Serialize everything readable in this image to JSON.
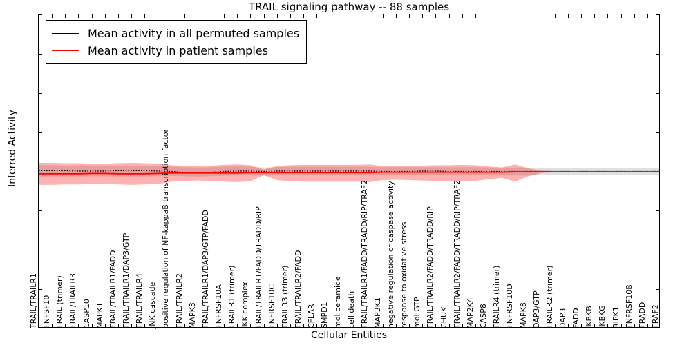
{
  "chart_data": {
    "type": "line",
    "title": "TRAIL signaling pathway -- 88 samples",
    "xlabel": "Cellular Entities",
    "ylabel": "Inferred Activity",
    "ylim": [
      -4,
      4
    ],
    "yticks": [
      "4",
      "3",
      "2",
      "1",
      "0",
      "-1",
      "-2",
      "-3",
      "-4"
    ],
    "grid": false,
    "legend_position": "upper left",
    "legend": [
      {
        "label": "Mean activity in all permuted samples",
        "color": "#000000"
      },
      {
        "label": "Mean activity in patient samples",
        "color": "#ff0000"
      }
    ],
    "categories": [
      "TRAIL/TRAILR1",
      "TNFSF10",
      "TRAIL (trimer)",
      "TRAIL/TRAILR3",
      "CASP10",
      "MAPK1",
      "TRAIL/TRAILR1/FADD",
      "TRAIL/TRAILR1/DAP3/GTP",
      "TRAIL/TRAILR4",
      "JNK cascade",
      "positive regulation of NF-kappaB transcription factor",
      "TRAIL/TRAILR2",
      "MAPK3",
      "TRAIL/TRAILR1/DAP3/GTP/FADD",
      "TNFRSF10A",
      "TRAILR1 (trimer)",
      "IKK complex",
      "TRAIL/TRAILR1/FADD/TRADD/RIP",
      "TNFRSF10C",
      "TRAILR3 (trimer)",
      "TRAIL/TRAILR2/FADD",
      "CFLAR",
      "SMPD1",
      "mol:ceramide",
      "cell death",
      "TRAIL/TRAILR1/FADD/TRADD/RIP/TRAF2",
      "MAP3K1",
      "negative regulation of caspase activity",
      "response to oxidative stress",
      "mol:GTP",
      "TRAIL/TRAILR2/FADD/TRADD/RIP",
      "CHUK",
      "TRAIL/TRAILR2/FADD/TRADD/RIP/TRAF2",
      "MAP2K4",
      "CASP8",
      "TRAILR4 (trimer)",
      "TNFRSF10D",
      "MAPK8",
      "DAP3/GTP",
      "TRAILR2 (trimer)",
      "DAP3",
      "FADD",
      "IKBKB",
      "IKBKG",
      "RIPK1",
      "TNFRSF10B",
      "TRADD",
      "TRAF2"
    ],
    "series": [
      {
        "name": "Mean activity in all permuted samples",
        "color": "#000000",
        "style": "dotted",
        "values": [
          0.02,
          0.02,
          0.02,
          0.01,
          0.01,
          0.01,
          0.02,
          0.02,
          0.02,
          0.01,
          0.0,
          -0.02,
          -0.03,
          -0.02,
          0.0,
          0.01,
          0.01,
          0.0,
          0.01,
          0.01,
          0.01,
          0.01,
          0.01,
          0.01,
          0.01,
          0.01,
          0.0,
          0.0,
          0.0,
          0.01,
          0.01,
          0.0,
          0.0,
          0.0,
          0.0,
          0.0,
          0.0,
          0.0,
          0.0,
          0.0,
          0.0,
          0.0,
          0.0,
          0.0,
          0.0,
          0.0,
          0.0,
          0.0
        ],
        "band_upper": [
          0.16,
          0.16,
          0.15,
          0.15,
          0.14,
          0.14,
          0.15,
          0.15,
          0.15,
          0.14,
          0.12,
          0.11,
          0.1,
          0.11,
          0.12,
          0.13,
          0.12,
          0.1,
          0.11,
          0.12,
          0.12,
          0.12,
          0.12,
          0.12,
          0.12,
          0.12,
          0.11,
          0.11,
          0.11,
          0.11,
          0.11,
          0.11,
          0.11,
          0.11,
          0.1,
          0.1,
          0.1,
          0.1,
          0.09,
          0.09,
          0.09,
          0.09,
          0.09,
          0.09,
          0.09,
          0.09,
          0.09,
          0.09
        ],
        "band_lower": [
          -0.13,
          -0.13,
          -0.13,
          -0.13,
          -0.12,
          -0.12,
          -0.13,
          -0.13,
          -0.13,
          -0.12,
          -0.11,
          -0.12,
          -0.13,
          -0.12,
          -0.11,
          -0.1,
          -0.1,
          -0.11,
          -0.1,
          -0.1,
          -0.1,
          -0.1,
          -0.1,
          -0.1,
          -0.1,
          -0.1,
          -0.1,
          -0.1,
          -0.1,
          -0.1,
          -0.1,
          -0.1,
          -0.1,
          -0.1,
          -0.1,
          -0.1,
          -0.1,
          -0.1,
          -0.09,
          -0.09,
          -0.09,
          -0.09,
          -0.09,
          -0.09,
          -0.09,
          -0.09,
          -0.09,
          -0.09
        ]
      },
      {
        "name": "Mean activity in patient samples",
        "color": "#ff0000",
        "style": "solid",
        "values": [
          -0.06,
          -0.06,
          -0.06,
          -0.06,
          -0.05,
          -0.05,
          -0.06,
          -0.06,
          -0.06,
          -0.05,
          -0.04,
          -0.04,
          -0.04,
          -0.04,
          -0.04,
          -0.04,
          -0.03,
          -0.03,
          -0.03,
          -0.03,
          -0.03,
          -0.03,
          -0.03,
          -0.03,
          -0.03,
          -0.03,
          -0.02,
          -0.02,
          -0.02,
          -0.02,
          -0.02,
          -0.02,
          -0.02,
          -0.02,
          -0.02,
          -0.02,
          -0.01,
          -0.01,
          -0.01,
          -0.01,
          -0.01,
          -0.01,
          -0.01,
          -0.01,
          -0.01,
          -0.01,
          -0.01,
          -0.01
        ],
        "band_upper": [
          0.22,
          0.22,
          0.21,
          0.21,
          0.2,
          0.2,
          0.21,
          0.22,
          0.21,
          0.2,
          0.16,
          0.15,
          0.14,
          0.15,
          0.17,
          0.18,
          0.16,
          0.05,
          0.14,
          0.16,
          0.17,
          0.17,
          0.17,
          0.17,
          0.17,
          0.18,
          0.14,
          0.13,
          0.14,
          0.15,
          0.16,
          0.16,
          0.17,
          0.16,
          0.13,
          0.1,
          0.18,
          0.08,
          0.02,
          0.01,
          0.01,
          0.01,
          0.01,
          0.01,
          0.01,
          0.01,
          0.01,
          0.01
        ],
        "band_lower": [
          -0.34,
          -0.34,
          -0.33,
          -0.33,
          -0.32,
          -0.32,
          -0.33,
          -0.34,
          -0.33,
          -0.32,
          -0.26,
          -0.24,
          -0.23,
          -0.24,
          -0.26,
          -0.27,
          -0.25,
          -0.09,
          -0.22,
          -0.25,
          -0.26,
          -0.26,
          -0.26,
          -0.26,
          -0.26,
          -0.27,
          -0.22,
          -0.21,
          -0.22,
          -0.23,
          -0.24,
          -0.24,
          -0.25,
          -0.24,
          -0.2,
          -0.16,
          -0.26,
          -0.12,
          -0.04,
          -0.02,
          -0.02,
          -0.02,
          -0.02,
          -0.02,
          -0.02,
          -0.02,
          -0.02,
          -0.02
        ]
      }
    ]
  }
}
